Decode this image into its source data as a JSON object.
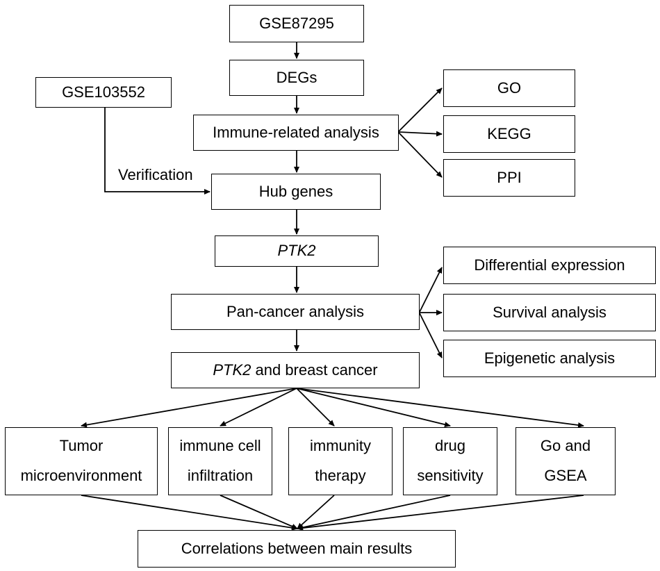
{
  "boxes": {
    "gse87295": "GSE87295",
    "degs": "DEGs",
    "gse103552": "GSE103552",
    "immune_related": "Immune-related analysis",
    "go": "GO",
    "kegg": "KEGG",
    "ppi": "PPI",
    "hub_genes": "Hub genes",
    "ptk2": "PTK2",
    "pan_cancer": "Pan-cancer analysis",
    "differential_expression": "Differential expression",
    "survival_analysis": "Survival analysis",
    "epigenetic_analysis": "Epigenetic analysis",
    "ptk2_breast_gene": "PTK2",
    "ptk2_breast_rest": " and breast cancer",
    "tumor_microenvironment": "Tumor\nmicroenvironment",
    "immune_cell_infiltration": "immune cell\ninfiltration",
    "immunity_therapy": "immunity\ntherapy",
    "drug_sensitivity": "drug\nsensitivity",
    "go_and_gsea": "Go and\nGSEA",
    "correlations": "Correlations between main results"
  },
  "labels": {
    "verification": "Verification"
  }
}
